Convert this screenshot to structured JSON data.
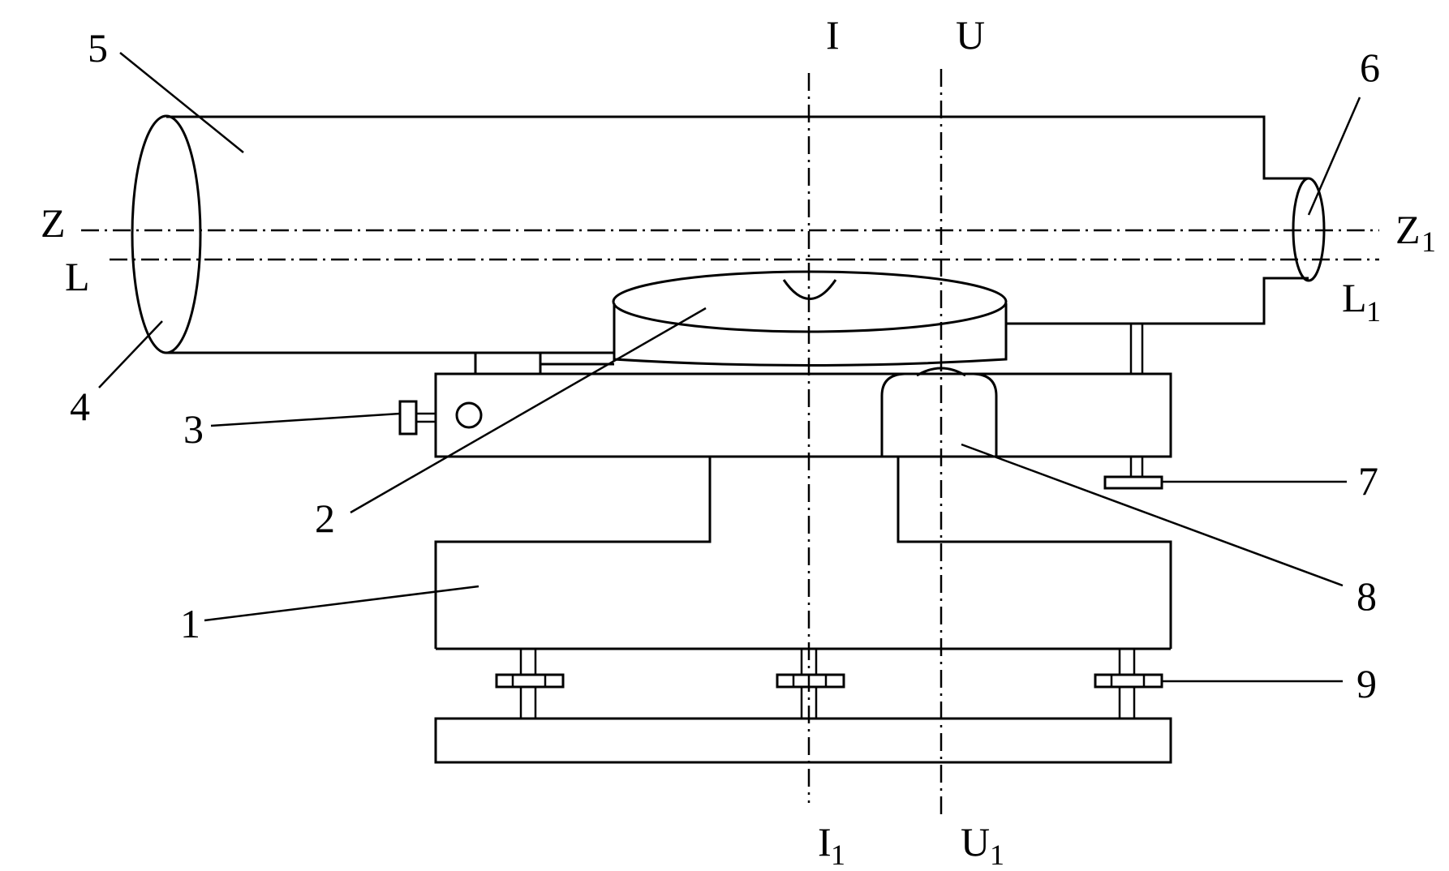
{
  "labels": {
    "n1": "1",
    "n2": "2",
    "n3": "3",
    "n4": "4",
    "n5": "5",
    "n6": "6",
    "n7": "7",
    "n8": "8",
    "n9": "9",
    "axis_z_start": "Z",
    "axis_z_end": "Z",
    "axis_z_end_sub": "1",
    "axis_l_start": "L",
    "axis_l_end": "L",
    "axis_l_end_sub": "1",
    "axis_i_top": "I",
    "axis_i_bottom": "I",
    "axis_i_bottom_sub": "1",
    "axis_u_top": "U",
    "axis_u_bottom": "U",
    "axis_u_bottom_sub": "1"
  }
}
